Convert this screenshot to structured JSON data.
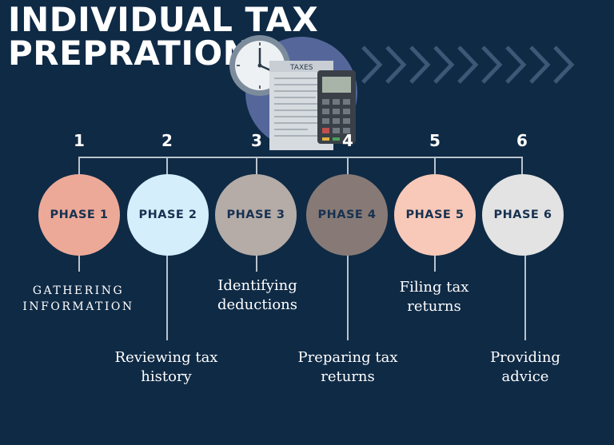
{
  "title": {
    "line1": "INDIVIDUAL TAX",
    "line2": "PREPRATION"
  },
  "illustration": {
    "document_label": "TAXES"
  },
  "phases": [
    {
      "number": "1",
      "label": "PHASE 1",
      "description": [
        "GATHERING",
        "INFORMATION"
      ],
      "color": "#eda998"
    },
    {
      "number": "2",
      "label": "PHASE 2",
      "description": [
        "Reviewing tax",
        "history"
      ],
      "color": "#d5eefc"
    },
    {
      "number": "3",
      "label": "PHASE 3",
      "description": [
        "Identifying",
        "deductions"
      ],
      "color": "#b5aca7"
    },
    {
      "number": "4",
      "label": "PHASE 4",
      "description": [
        "Preparing tax",
        "returns"
      ],
      "color": "#877a76"
    },
    {
      "number": "5",
      "label": "PHASE 5",
      "description": [
        "Filing tax",
        "returns"
      ],
      "color": "#f8c9b8"
    },
    {
      "number": "6",
      "label": "PHASE 6",
      "description": [
        "Providing",
        "advice"
      ],
      "color": "#e3e3e3"
    }
  ],
  "colors": {
    "background": "#0f2a45",
    "connector": "#b9c3cc",
    "chevron": "#3b5877",
    "phase_text": "#173150"
  }
}
